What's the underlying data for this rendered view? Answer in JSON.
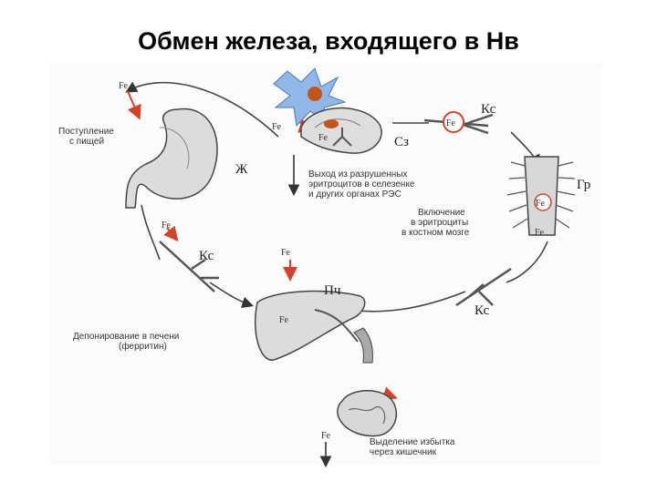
{
  "title": "Обмен железа, входящего в Нв",
  "diagram": {
    "fe": "Fe",
    "organs": {
      "stomach": "Ж",
      "spleen": "Сз",
      "bone_marrow": "Гр",
      "liver": "Пч",
      "blood_top": "Кс",
      "blood_left": "Кс",
      "blood_right": "Кс"
    },
    "captions": {
      "intake": [
        "Поступление",
        "с пищей"
      ],
      "spleen_exit": [
        "Выход из разрушенных",
        "эритроцитов в селезенке",
        "и других органах РЭС"
      ],
      "marrow": [
        "Включение",
        "в эритроциты",
        "в костном мозге"
      ],
      "liver": [
        "Депонирование в печени",
        "(ферритин)"
      ],
      "excretion": [
        "Выделение избытка",
        "через кишечник"
      ]
    }
  }
}
